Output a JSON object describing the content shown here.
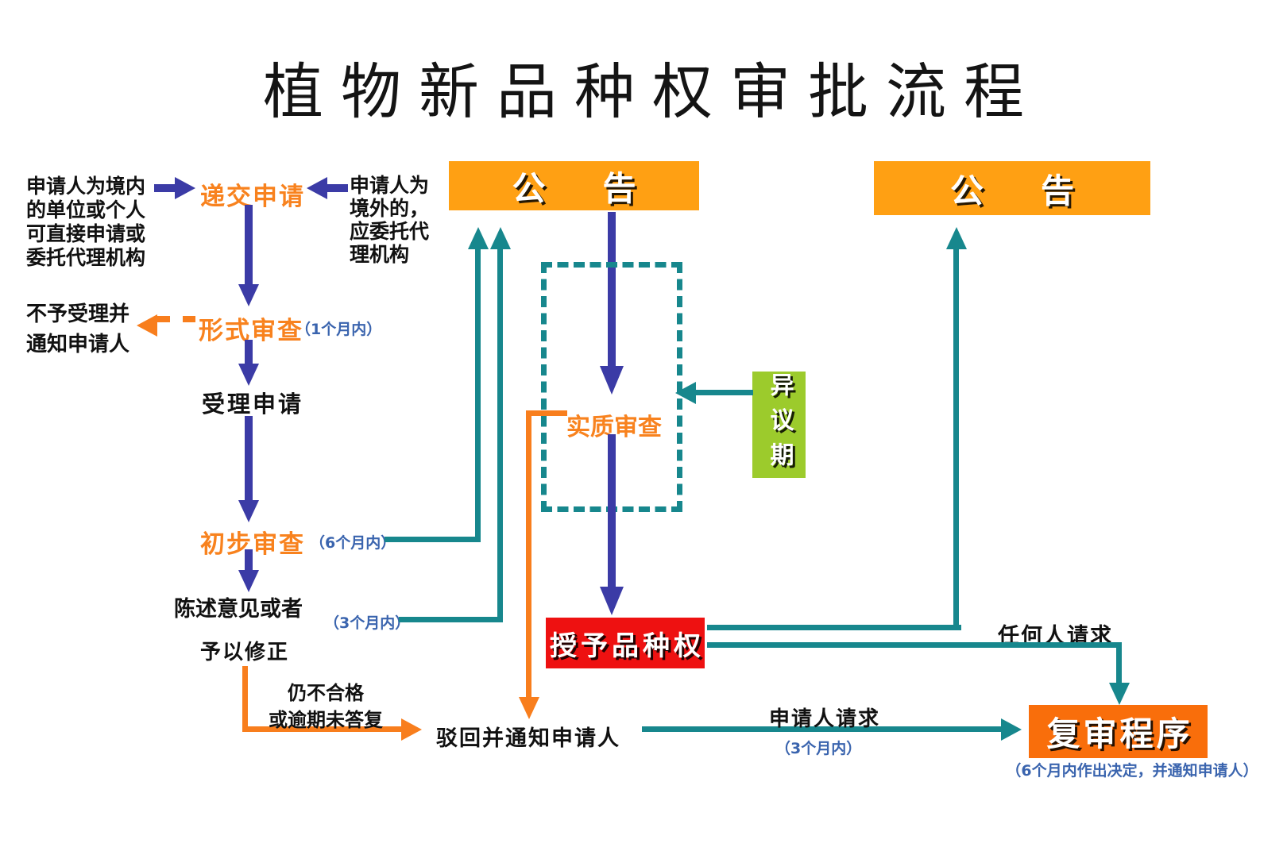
{
  "title": "植物新品种权审批流程",
  "colors": {
    "teal": "#17878D",
    "blue_arrow": "#3B3BA6",
    "orange_line": "#F87E1D",
    "orange_text": "#F8821E",
    "orange_box": "#FFA013",
    "orange_box_deep": "#F96E0B",
    "red_box": "#EE1111",
    "green_box": "#9CCB2C",
    "blue_note": "#3A64AE",
    "text": "#111111"
  },
  "left_flow": {
    "domestic_note": {
      "lines": [
        "申请人为境内",
        "的单位或个人",
        "可直接申请或",
        "委托代理机构"
      ]
    },
    "foreign_note": {
      "lines": [
        "申请人为",
        "境外的，",
        "应委托代",
        "理机构"
      ]
    },
    "submit": "递交申请",
    "reject_note": {
      "lines": [
        "不予受理并",
        "通知申请人"
      ]
    },
    "formal_review": "形式审查",
    "formal_review_duration": "（1个月内）",
    "accept": "受理申请",
    "preliminary_review": "初步审查",
    "preliminary_review_duration": "（6个月内）",
    "statement": "陈述意见或者",
    "statement_duration": "（3个月内）",
    "amend": "予以修正",
    "unqualified_note": {
      "lines": [
        "仍不合格",
        "或逾期未答复"
      ]
    },
    "reject_notify": "驳回并通知申请人"
  },
  "center_flow": {
    "announcement": "公告",
    "substantive_review": "实质审查",
    "objection": "异议期",
    "grant": "授予品种权"
  },
  "right_flow": {
    "announcement": "公告",
    "anyone_request": "任何人请求",
    "applicant_request": "申请人请求",
    "applicant_request_duration": "（3个月内）",
    "review_procedure": "复审程序",
    "review_note": "（6个月内作出决定，并通知申请人）"
  }
}
